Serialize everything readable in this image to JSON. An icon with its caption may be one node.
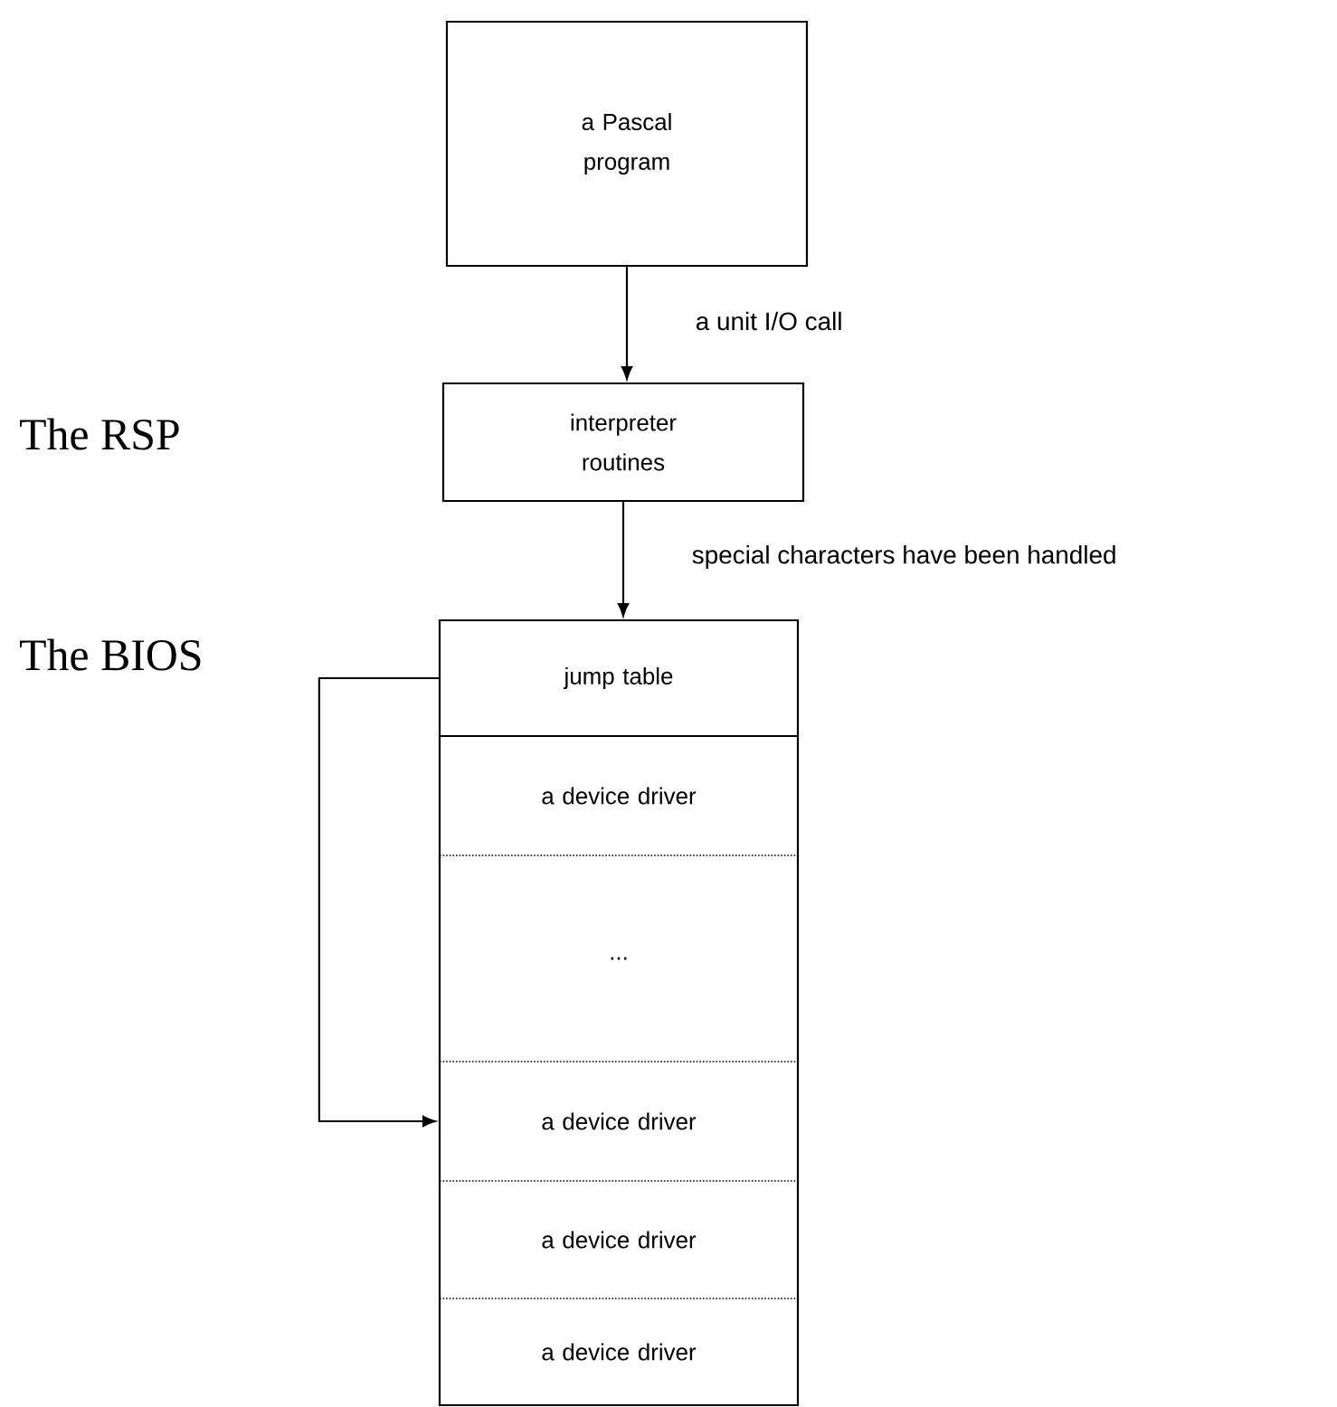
{
  "diagram": {
    "nodes": [
      {
        "text": [
          "a Pascal program"
        ]
      },
      {
        "text": [
          "interpreter routines"
        ]
      },
      {
        "text": [],
        "shape": "box"
      },
      {
        "text": [
          "jump table"
        ],
        "in": 2
      },
      {
        "text": [
          "a device driver"
        ],
        "in": 2
      },
      {
        "text": [
          "..."
        ],
        "in": 2
      },
      {
        "text": [
          "a device driver"
        ],
        "in": 2
      },
      {
        "text": [
          "a device driver"
        ],
        "in": 2
      },
      {
        "text": [
          "a device driver"
        ],
        "in": 2
      }
    ],
    "edges": [
      {
        "from": 0,
        "to": 1,
        "arrow": "to",
        "label": "a unit I/O call"
      },
      {
        "from": 1,
        "to": 3,
        "arrow": "to",
        "label": "special characters have been handled"
      },
      {
        "from": 3,
        "to": 6,
        "arrow": "to"
      }
    ],
    "labels": [
      "The RSP",
      "The BIOS"
    ]
  }
}
